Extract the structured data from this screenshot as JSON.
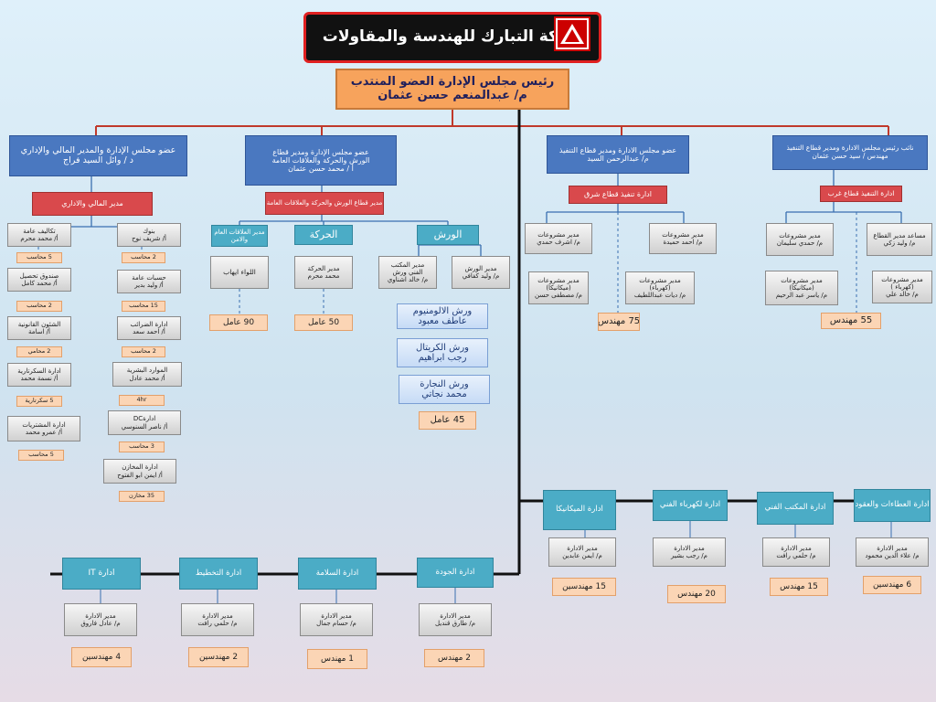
{
  "company": "شركة التبارك للهندسة والمقاولات",
  "chairman": {
    "line1": "رئيس مجلس الإدارة العضو المنتدب",
    "line2": "م/ عبدالمنعم حسن عثمان"
  },
  "finance": {
    "head": {
      "line1": "عضو مجلس الإدارة والمدير المالي والإداري",
      "line2": "د / وائل السيد فراج"
    },
    "manager": "مدير المالي والاداري",
    "col_right": [
      {
        "title": "تكاليف عامة",
        "name": "أ/ محمد محرم",
        "count": "5 محاسب"
      },
      {
        "title": "صندوق تحصيل",
        "name": "أ/ محمد كامل",
        "count": "2 محاسب"
      },
      {
        "title": "الشئون القانونية",
        "name": "أ/ اسامة",
        "count": "2 محامي"
      },
      {
        "title": "ادارة السكرتارية",
        "name": "أ/ نسمة محمد",
        "count": "5 سكرتارية"
      },
      {
        "title": "ادارة المشتريات",
        "name": "أ/ عمرو محمد",
        "count": "5 محاسب"
      }
    ],
    "col_left": [
      {
        "title": "بنوك",
        "name": "أ/ شريف نوح",
        "count": "2 محاسب"
      },
      {
        "title": "حسبات عامة",
        "name": "أ/ وليد بدير",
        "count": "15 محاسب"
      },
      {
        "title": "ادارة الضرائب",
        "name": "أ/ احمد سعد",
        "count": "2 محاسب"
      },
      {
        "title": "الموارد البشرية",
        "name": "أ/ محمد عادل",
        "count": "4hr"
      },
      {
        "title": "ادارةDC",
        "name": "أ/ ناصر السنوسي",
        "count": "3 محاسب"
      },
      {
        "title": "ادارة المخازن",
        "name": "أ/ ايمن ابو الفتوح",
        "count": "35 مخازن"
      }
    ]
  },
  "workshops": {
    "head": {
      "line1": "عضو مجلس الإدارة ومدير قطاع",
      "line2": "الورش والحركة والعلاقات العامة",
      "line3": "أ / محمد حسن عثمان"
    },
    "manager": "مدير قطاع الورش والحركة والعلاقات العامة",
    "pr": {
      "title": "مدير العلاقات العام والامن",
      "person": "اللواء ايهاب",
      "count": "90 عامل"
    },
    "movement": {
      "title": "الحركة",
      "person_title": "مدير الحركة",
      "person": "محمد محرم",
      "count": "50 عامل"
    },
    "shops": {
      "title": "الورش",
      "office_manager": {
        "title": "مدير المكتب",
        "sub": "الفني ورش",
        "name": "م/ خالد اشناوي"
      },
      "shops_manager": {
        "title": "مدير الورش",
        "name": "م/ وليد كفافي"
      },
      "units": [
        {
          "title": "ورش الالومنيوم",
          "name": "عاطف معبود"
        },
        {
          "title": "ورش الكريتال",
          "name": "رجب ابراهيم"
        },
        {
          "title": "ورش النجارة",
          "name": "محمد نجاتي"
        }
      ],
      "count": "45 عامل"
    }
  },
  "east": {
    "head": {
      "line1": "عضو مجلس الادارة ومدير قطاع التنفيذ",
      "line2": "م/ عبدالرحمن السيد"
    },
    "dept": "ادارة تنفيذ قطاع شرق",
    "managers": [
      {
        "title": "مدير مشروعات",
        "name": "م/ احمد حميدة"
      },
      {
        "title": "مدير مشروعات",
        "name": "م/ اشرف حمدي"
      },
      {
        "title": "مدير مشروعات",
        "sub": "(كهرباء)",
        "name": "م/ ديات عبداللطيف"
      },
      {
        "title": "مدير مشروعات",
        "sub": "(ميكانيكا)",
        "name": "م/ مصطفى حسن"
      }
    ],
    "count": "75 مهندس"
  },
  "west": {
    "head": {
      "line1": "نائب رئيس مجلس الادارة ومدير قطاع التنفيذ",
      "line2": "مهندس / سيد حسن عثمان"
    },
    "dept": "ادارة التنفيذ قطاع غرب",
    "managers": [
      {
        "title": "مساعد مدير القطاع",
        "name": "م/ وليد زكي"
      },
      {
        "title": "مدير مشروعات",
        "name": "م/ حمدي سليمان"
      },
      {
        "title": "مدير مشروعات",
        "sub": "(كهرباء )",
        "name": "م/ خالد علي"
      },
      {
        "title": "مدير مشروعات",
        "sub": "(ميكانيكا)",
        "name": "م/ ياسر عبد الرحيم"
      }
    ],
    "count": "55 مهندس"
  },
  "depts_bottom_right": [
    {
      "title": "ادارة العطاءات والعقود",
      "mgr": "مدير الادارة",
      "name": "م/ علاء الدين محمود",
      "count": "6 مهندسين"
    },
    {
      "title": "ادارة المكتب الفني",
      "mgr": "مدير الادارة",
      "name": "م/ حلمي رافت",
      "count": "15 مهندس"
    },
    {
      "title": "ادارة لكهرباء الفني",
      "mgr": "مدير الادارة",
      "name": "م/ رجب بشير",
      "count": "20 مهندس"
    },
    {
      "title": "ادارة الميكانيكا",
      "mgr": "مدير الادارة",
      "name": "م/ ايمن عابدين",
      "count": "15 مهندسين"
    }
  ],
  "depts_bottom_left": [
    {
      "title": "ادارة الجودة",
      "mgr": "مدير الادارة",
      "name": "م/ طارق قنديل",
      "count": "2 مهندس"
    },
    {
      "title": "ادارة السلامة",
      "mgr": "مدير الادارة",
      "name": "م/ حسام جمال",
      "count": "1 مهندس"
    },
    {
      "title": "ادارة التخطيط",
      "mgr": "مدير الادارة",
      "name": "م/ حلمي رافت",
      "count": "2 مهندسين"
    },
    {
      "title": "ادارة IT",
      "mgr": "مدير الادارة",
      "name": "م/ عادل فاروق",
      "count": "4 مهندسين"
    }
  ],
  "colors": {
    "blue": "#4a78c0",
    "red": "#d9494c",
    "teal": "#4bacc6",
    "peach": "#fbd5b5",
    "orange": "#f7a35c",
    "line": "#c0392b"
  }
}
